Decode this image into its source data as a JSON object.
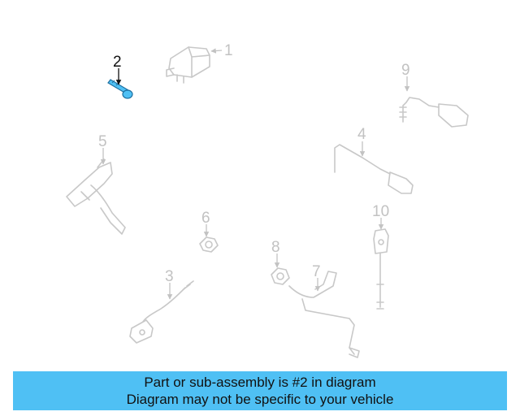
{
  "callouts": [
    "1",
    "2",
    "3",
    "4",
    "5",
    "6",
    "7",
    "8",
    "9",
    "10"
  ],
  "highlighted": "2",
  "colors": {
    "banner": "#4fc0f4",
    "highlight_part": "#4fc0f4",
    "faded_part": "#c8c8c8"
  },
  "banner": {
    "line1": "Part or sub-assembly is #2 in diagram",
    "line2": "Diagram may not be specific to your vehicle"
  }
}
